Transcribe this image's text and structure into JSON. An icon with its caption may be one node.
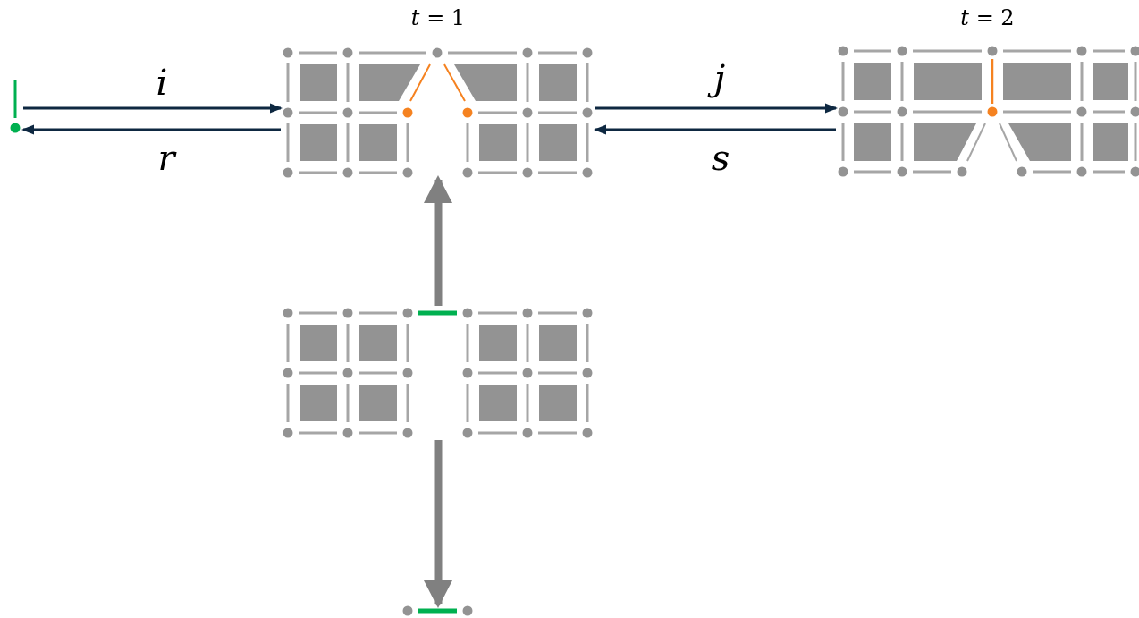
{
  "diagram": {
    "nodes": [
      {
        "text": [],
        "shape": "picture"
      },
      {
        "text": [
          "*t* = 1"
        ]
      },
      {
        "text": [
          "*t* = 2"
        ]
      },
      {
        "text": [],
        "shape": "picture"
      },
      {
        "text": [],
        "shape": "picture"
      }
    ],
    "edges": [
      {
        "from": 0,
        "to": 1,
        "arrow": "to",
        "label": "i"
      },
      {
        "from": 1,
        "to": 0,
        "arrow": "to",
        "label": "r"
      },
      {
        "from": 1,
        "to": 2,
        "arrow": "to",
        "label": "j"
      },
      {
        "from": 2,
        "to": 1,
        "arrow": "to",
        "label": "s"
      },
      {
        "from": 3,
        "to": 1,
        "arrow": "to",
        "style": "thick",
        "color": "#808080"
      },
      {
        "from": 3,
        "to": 4,
        "arrow": "to",
        "style": "thick",
        "color": "#808080"
      }
    ]
  }
}
